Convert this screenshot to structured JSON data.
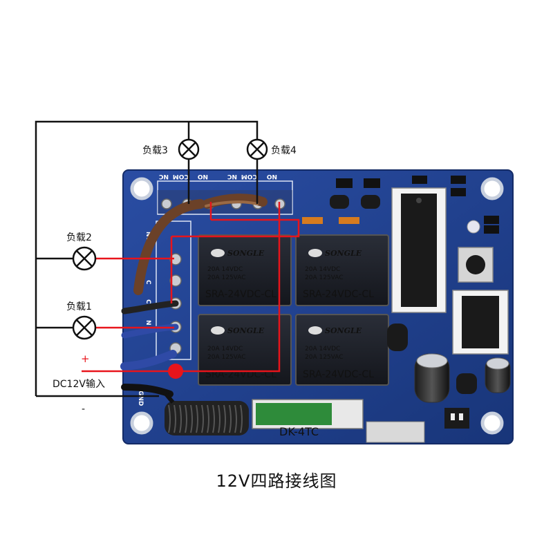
{
  "caption": "12V四路接线图",
  "loads": {
    "load1": "负载1",
    "load2": "负载2",
    "load3": "负载3",
    "load4": "负载4"
  },
  "power": {
    "label": "DC12V输入",
    "plus": "+",
    "minus": "-"
  },
  "terminals": {
    "top_left": [
      "NC",
      "COM",
      "NO"
    ],
    "top_right": [
      "NC",
      "COM",
      "NO"
    ],
    "side": [
      "NO",
      "C",
      "C",
      "N"
    ],
    "gnd": "GND"
  },
  "relay": {
    "brand": "SONGLE",
    "line1": "20A 14VDC",
    "line2": "20A 125VAC",
    "model": "SRA-24VDC-CL"
  },
  "board_model": "DK-4TC",
  "colors": {
    "board": "#1f3f8f",
    "relay": "#1b1e26",
    "wire_black": "#111111",
    "wire_red": "#e8141b",
    "wire_brown": "#6b4128"
  }
}
